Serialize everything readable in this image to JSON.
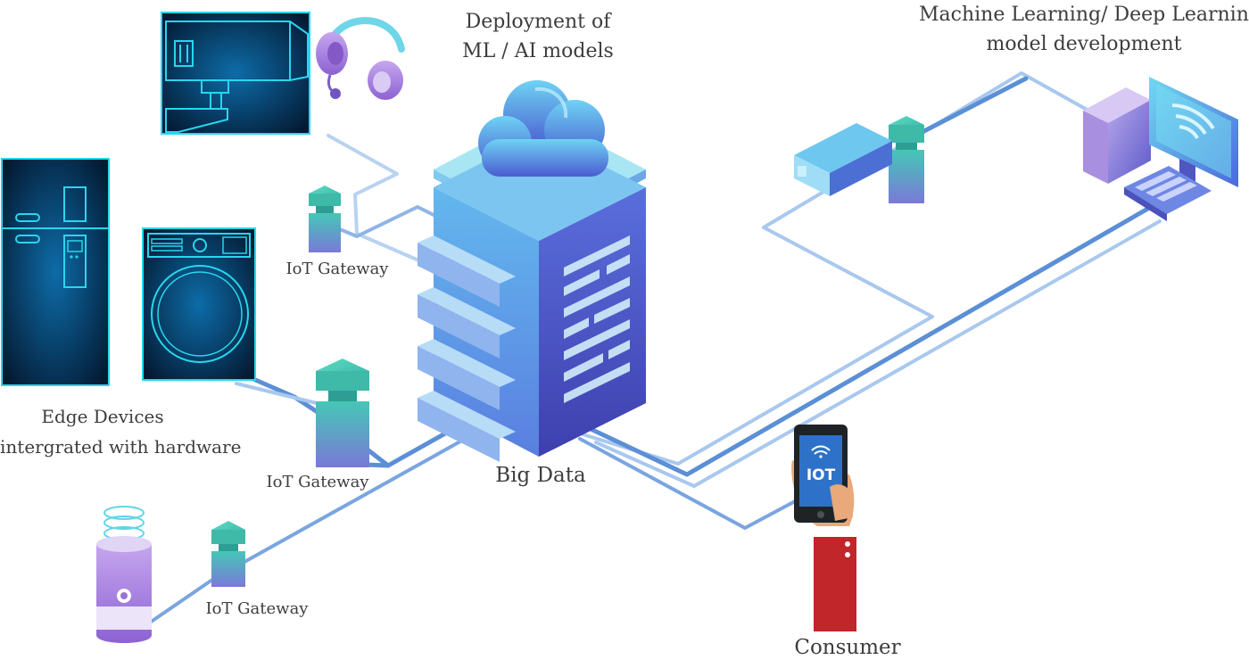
{
  "labels": {
    "deployment_line1": "Deployment of",
    "deployment_line2": "ML / AI models",
    "ml_line1": "Machine Learning/ Deep Learning",
    "ml_line2": "model development",
    "edge_line1": "Edge Devices",
    "edge_line2": "intergrated with hardware",
    "gateway_top": "IoT Gateway",
    "gateway_mid": "IoT Gateway",
    "gateway_bottom": "IoT Gateway",
    "big_data": "Big Data",
    "consumer": "Consumer",
    "phone_screen": "IOT"
  },
  "colors": {
    "connector_dark": "#5b8fd6",
    "connector_light": "#a9c8ee",
    "server_blue": "#58a6e8",
    "server_indigo": "#4a54c4",
    "gateway_teal": "#3ec2b0",
    "device_panel": "#062a4a",
    "device_glow": "#27d7ee",
    "sleeve_red": "#c0262a",
    "purple": "#8a6fd0"
  }
}
